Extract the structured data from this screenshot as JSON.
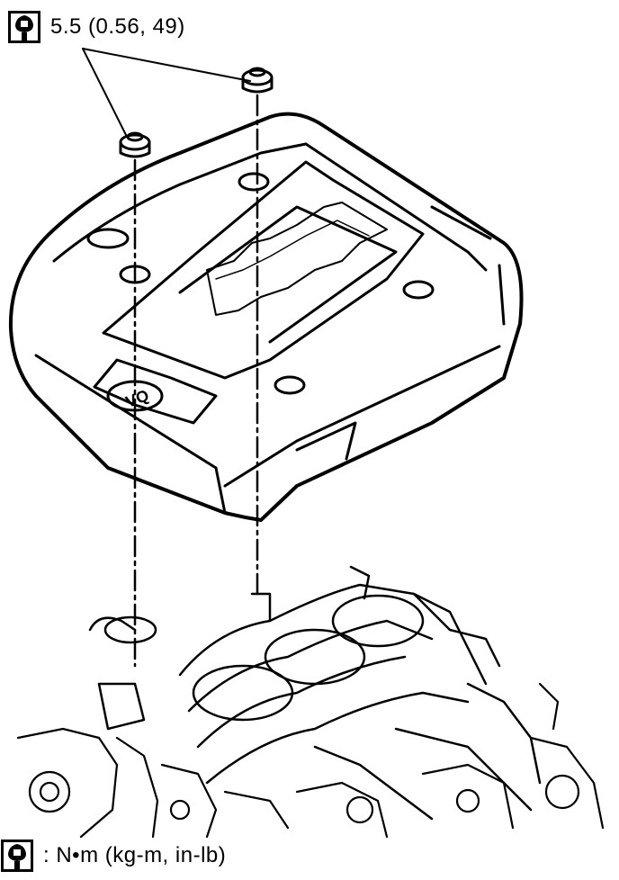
{
  "callout": {
    "icon": "torque-wrench-icon",
    "text": "5.5 (0.56, 49)"
  },
  "legend": {
    "icon": "torque-wrench-icon",
    "text": ": N•m (kg-m, in-lb)"
  },
  "cover_emblem": {
    "text": "VQ"
  },
  "colors": {
    "line": "#000000",
    "background": "#ffffff"
  }
}
